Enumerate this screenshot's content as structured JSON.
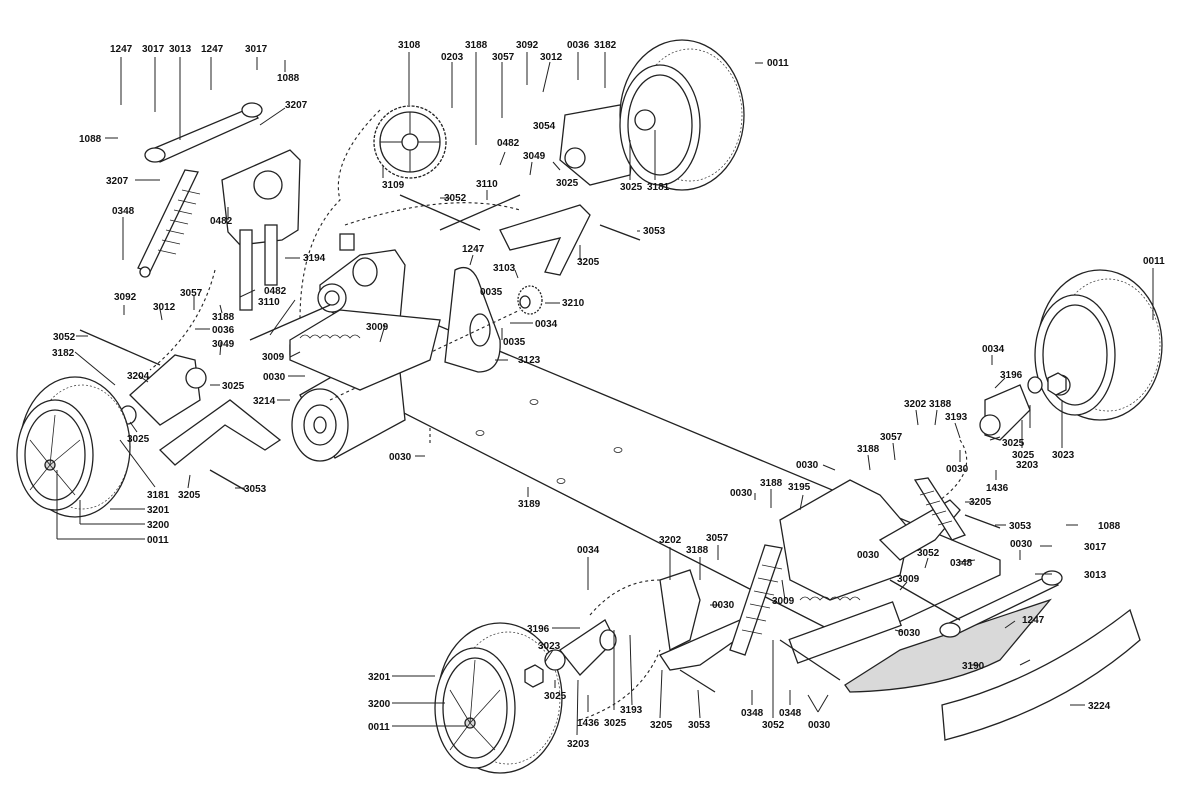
{
  "diagram": {
    "title": "RC touring car chassis exploded parts diagram",
    "callouts": [
      {
        "id": "c1",
        "label": "1247"
      },
      {
        "id": "c2",
        "label": "3017"
      },
      {
        "id": "c3",
        "label": "3013"
      },
      {
        "id": "c4",
        "label": "1247"
      },
      {
        "id": "c5",
        "label": "3017"
      },
      {
        "id": "c6",
        "label": "1088"
      },
      {
        "id": "c7",
        "label": "3207"
      },
      {
        "id": "c8",
        "label": "1088"
      },
      {
        "id": "c9",
        "label": "3207"
      },
      {
        "id": "c10",
        "label": "0348"
      },
      {
        "id": "c11",
        "label": "0482"
      },
      {
        "id": "c12",
        "label": "3194"
      },
      {
        "id": "c13",
        "label": "3108"
      },
      {
        "id": "c14",
        "label": "0203"
      },
      {
        "id": "c15",
        "label": "3188"
      },
      {
        "id": "c16",
        "label": "3057"
      },
      {
        "id": "c17",
        "label": "3092"
      },
      {
        "id": "c18",
        "label": "3012"
      },
      {
        "id": "c19",
        "label": "0036"
      },
      {
        "id": "c20",
        "label": "3182"
      },
      {
        "id": "c21",
        "label": "0011"
      },
      {
        "id": "c22",
        "label": "3054"
      },
      {
        "id": "c23",
        "label": "0482"
      },
      {
        "id": "c24",
        "label": "3049"
      },
      {
        "id": "c25",
        "label": "3025"
      },
      {
        "id": "c26",
        "label": "3025"
      },
      {
        "id": "c27",
        "label": "3181"
      },
      {
        "id": "c28",
        "label": "3109"
      },
      {
        "id": "c29",
        "label": "3110"
      },
      {
        "id": "c30",
        "label": "3052"
      },
      {
        "id": "c31",
        "label": "3053"
      },
      {
        "id": "c32",
        "label": "3205"
      },
      {
        "id": "c33",
        "label": "1247"
      },
      {
        "id": "c34",
        "label": "3103"
      },
      {
        "id": "c35",
        "label": "0035"
      },
      {
        "id": "c36",
        "label": "3210"
      },
      {
        "id": "c37",
        "label": "0034"
      },
      {
        "id": "c38",
        "label": "0035"
      },
      {
        "id": "c39",
        "label": "3123"
      },
      {
        "id": "c40",
        "label": "3092"
      },
      {
        "id": "c41",
        "label": "3057"
      },
      {
        "id": "c42",
        "label": "0482"
      },
      {
        "id": "c43",
        "label": "3012"
      },
      {
        "id": "c44",
        "label": "3188"
      },
      {
        "id": "c45",
        "label": "0036"
      },
      {
        "id": "c46",
        "label": "3110"
      },
      {
        "id": "c47",
        "label": "3052"
      },
      {
        "id": "c48",
        "label": "3182"
      },
      {
        "id": "c49",
        "label": "3049"
      },
      {
        "id": "c50",
        "label": "3009"
      },
      {
        "id": "c51",
        "label": "3009"
      },
      {
        "id": "c52",
        "label": "0030"
      },
      {
        "id": "c53",
        "label": "3204"
      },
      {
        "id": "c54",
        "label": "3025"
      },
      {
        "id": "c55",
        "label": "3214"
      },
      {
        "id": "c56",
        "label": "3025"
      },
      {
        "id": "c57",
        "label": "0030"
      },
      {
        "id": "c58",
        "label": "3181"
      },
      {
        "id": "c59",
        "label": "3205"
      },
      {
        "id": "c60",
        "label": "3053"
      },
      {
        "id": "c61",
        "label": "3201"
      },
      {
        "id": "c62",
        "label": "3200"
      },
      {
        "id": "c63",
        "label": "0011"
      },
      {
        "id": "c64",
        "label": "3189"
      },
      {
        "id": "c65",
        "label": "0011"
      },
      {
        "id": "c66",
        "label": "0034"
      },
      {
        "id": "c67",
        "label": "3196"
      },
      {
        "id": "c68",
        "label": "3202"
      },
      {
        "id": "c69",
        "label": "3188"
      },
      {
        "id": "c70",
        "label": "3193"
      },
      {
        "id": "c71",
        "label": "3057"
      },
      {
        "id": "c72",
        "label": "3188"
      },
      {
        "id": "c73",
        "label": "0030"
      },
      {
        "id": "c74",
        "label": "3025"
      },
      {
        "id": "c75",
        "label": "3025"
      },
      {
        "id": "c76",
        "label": "3203"
      },
      {
        "id": "c77",
        "label": "3023"
      },
      {
        "id": "c78",
        "label": "0030"
      },
      {
        "id": "c79",
        "label": "1436"
      },
      {
        "id": "c80",
        "label": "3188"
      },
      {
        "id": "c81",
        "label": "0030"
      },
      {
        "id": "c82",
        "label": "3195"
      },
      {
        "id": "c83",
        "label": "3205"
      },
      {
        "id": "c84",
        "label": "3053"
      },
      {
        "id": "c85",
        "label": "1088"
      },
      {
        "id": "c86",
        "label": "0030"
      },
      {
        "id": "c87",
        "label": "3017"
      },
      {
        "id": "c88",
        "label": "0030"
      },
      {
        "id": "c89",
        "label": "0348"
      },
      {
        "id": "c90",
        "label": "3052"
      },
      {
        "id": "c91",
        "label": "3013"
      },
      {
        "id": "c92",
        "label": "3009"
      },
      {
        "id": "c93",
        "label": "1247"
      },
      {
        "id": "c94",
        "label": "0030"
      },
      {
        "id": "c95",
        "label": "0034"
      },
      {
        "id": "c96",
        "label": "3202"
      },
      {
        "id": "c97",
        "label": "3188"
      },
      {
        "id": "c98",
        "label": "3057"
      },
      {
        "id": "c99",
        "label": "0030"
      },
      {
        "id": "c100",
        "label": "3009"
      },
      {
        "id": "c101",
        "label": "3190"
      },
      {
        "id": "c102",
        "label": "3224"
      },
      {
        "id": "c103",
        "label": "3196"
      },
      {
        "id": "c104",
        "label": "3023"
      },
      {
        "id": "c105",
        "label": "3201"
      },
      {
        "id": "c106",
        "label": "3200"
      },
      {
        "id": "c107",
        "label": "0011"
      },
      {
        "id": "c108",
        "label": "3025"
      },
      {
        "id": "c109",
        "label": "1436"
      },
      {
        "id": "c110",
        "label": "3025"
      },
      {
        "id": "c111",
        "label": "3193"
      },
      {
        "id": "c112",
        "label": "3203"
      },
      {
        "id": "c113",
        "label": "3205"
      },
      {
        "id": "c114",
        "label": "3053"
      },
      {
        "id": "c115",
        "label": "0348"
      },
      {
        "id": "c116",
        "label": "3052"
      },
      {
        "id": "c117",
        "label": "0348"
      },
      {
        "id": "c118",
        "label": "0030"
      }
    ]
  }
}
